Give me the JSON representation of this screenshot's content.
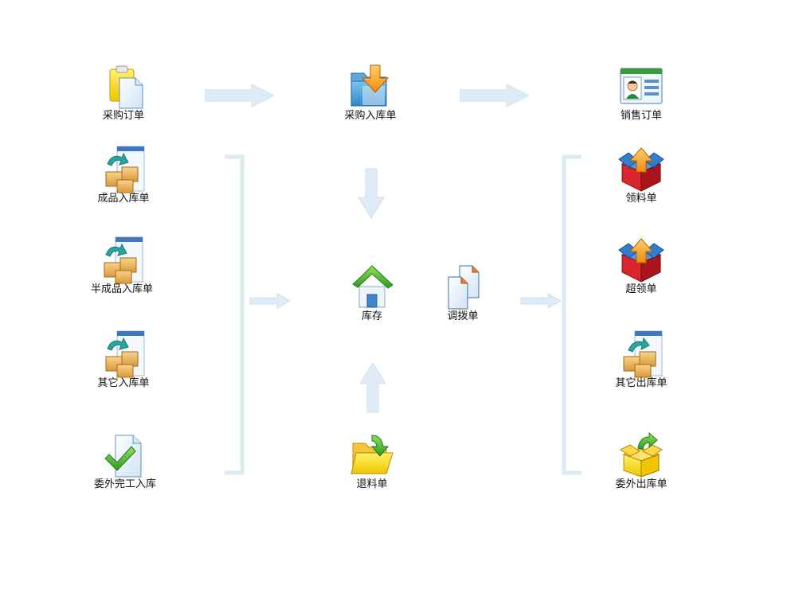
{
  "nodes": {
    "purchase_order": "采购订单",
    "purchase_receipt": "采购入库单",
    "sales_order": "销售订单",
    "finished_receipt": "成品入库单",
    "semi_finished_receipt": "半成品入库单",
    "other_receipt": "其它入库单",
    "outsource_complete_receipt": "委外完工入库",
    "inventory": "库存",
    "transfer_order": "调拨单",
    "return_material": "退料单",
    "material_requisition": "领料单",
    "excess_requisition": "超领单",
    "other_issue": "其它出库单",
    "outsource_issue": "委外出库单"
  },
  "colors": {
    "arrow_fill": "#dfecf7",
    "bracket": "#d9ebf0"
  }
}
